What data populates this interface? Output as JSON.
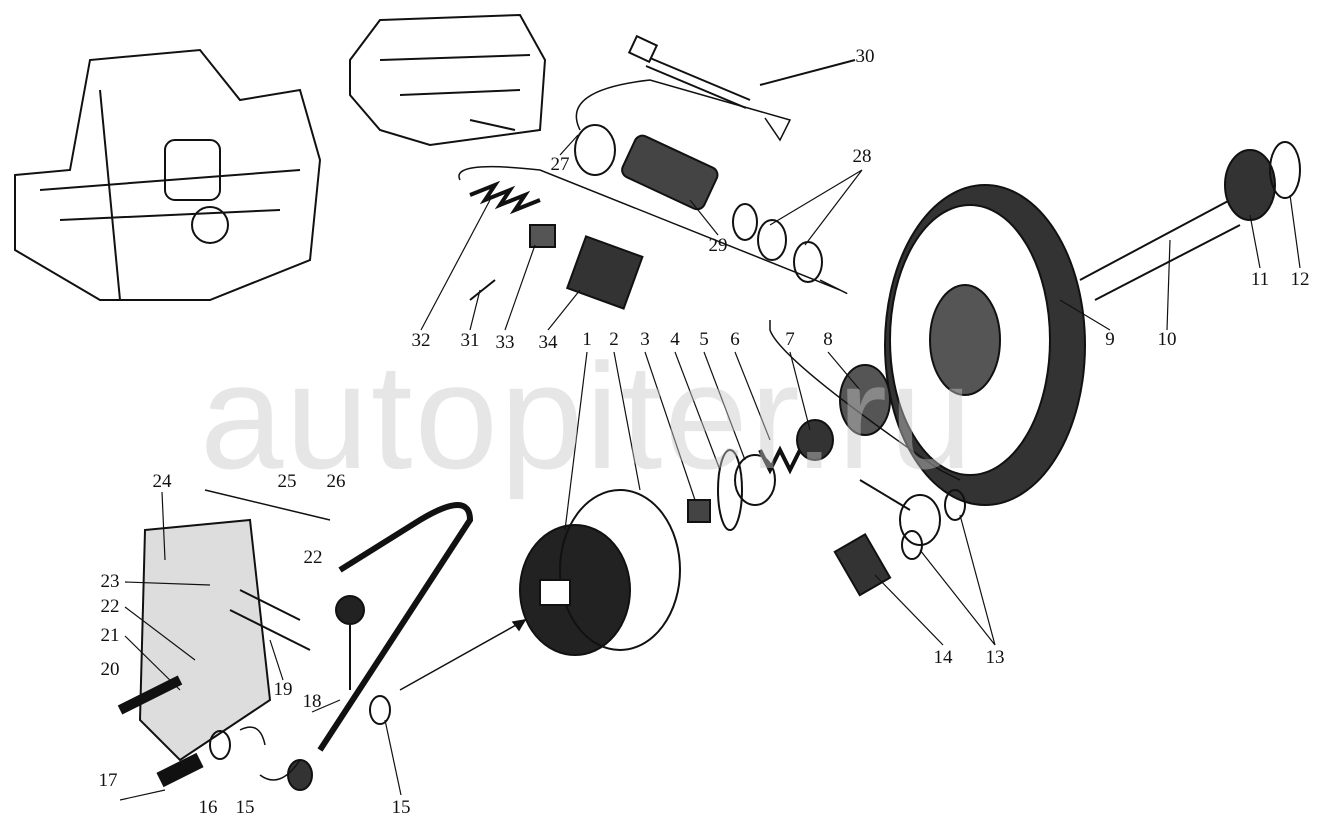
{
  "diagram": {
    "title_hidden": false,
    "watermark": "autopiter.ru",
    "callouts": [
      "30",
      "27",
      "28",
      "29",
      "32",
      "31",
      "33",
      "34",
      "1",
      "2",
      "3",
      "4",
      "5",
      "6",
      "7",
      "8",
      "9",
      "10",
      "11",
      "12",
      "24",
      "25",
      "26",
      "22",
      "23",
      "22",
      "21",
      "20",
      "19",
      "18",
      "17",
      "16",
      "15",
      "15",
      "14",
      "13"
    ]
  },
  "colors": {
    "ink": "#111111",
    "watermark": "#c8c8c8"
  }
}
